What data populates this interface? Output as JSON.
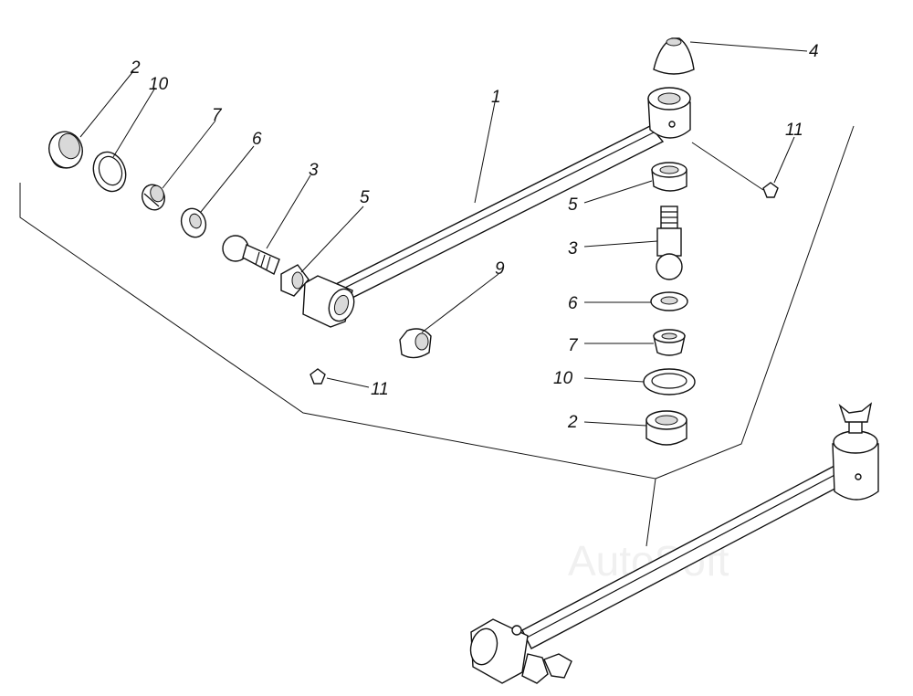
{
  "watermark": "AutoSoft",
  "labels": {
    "l1": "1",
    "l2a": "2",
    "l2b": "2",
    "l3a": "3",
    "l3b": "3",
    "l4": "4",
    "l5a": "5",
    "l5b": "5",
    "l6a": "6",
    "l6b": "6",
    "l7a": "7",
    "l7b": "7",
    "l9": "9",
    "l10a": "10",
    "l10b": "10",
    "l11a": "11",
    "l11b": "11"
  }
}
